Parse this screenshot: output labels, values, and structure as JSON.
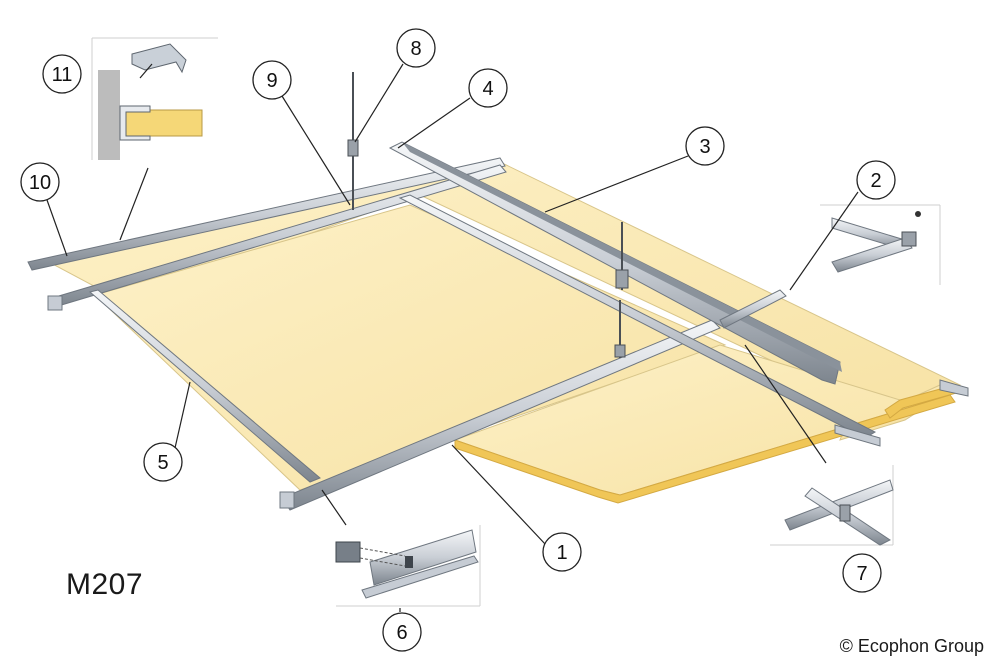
{
  "diagram": {
    "model_code": "M207",
    "copyright": "© Ecophon Group",
    "colors": {
      "panel_face": "#fbe9b6",
      "panel_edge": "#f2cd6a",
      "panel_shadow": "#e9d59a",
      "grid_light": "#f1f4f7",
      "grid_mid": "#c6ccd4",
      "grid_dark": "#6f7780",
      "wall": "#bfbfbf",
      "leader": "#222222"
    },
    "callouts": [
      {
        "id": "1",
        "label": "1"
      },
      {
        "id": "2",
        "label": "2"
      },
      {
        "id": "3",
        "label": "3"
      },
      {
        "id": "4",
        "label": "4"
      },
      {
        "id": "5",
        "label": "5"
      },
      {
        "id": "6",
        "label": "6"
      },
      {
        "id": "7",
        "label": "7"
      },
      {
        "id": "8",
        "label": "8"
      },
      {
        "id": "9",
        "label": "9"
      },
      {
        "id": "10",
        "label": "10"
      },
      {
        "id": "11",
        "label": "11"
      }
    ]
  }
}
